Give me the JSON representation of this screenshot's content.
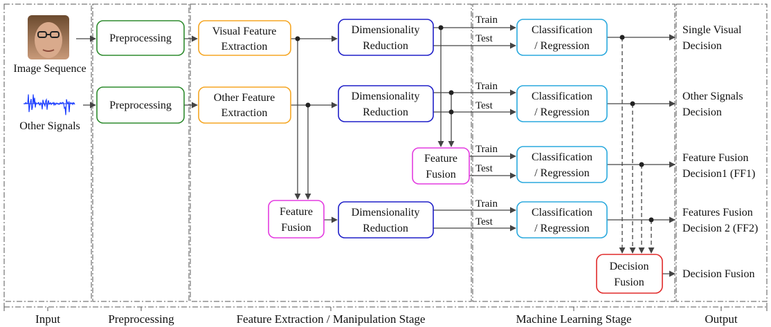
{
  "colors": {
    "green": "#2e8b2e",
    "orange": "#f5a623",
    "blue": "#1f1fc8",
    "cyan": "#2aa9dd",
    "magenta": "#e33be0",
    "red": "#e02a2a",
    "signal": "#1a3cff"
  },
  "inputs": {
    "image_label": "Image Sequence",
    "signals_label": "Other Signals",
    "face_icon": "face-photo-icon",
    "waveform_icon": "audio-waveform-icon"
  },
  "nodes": {
    "pre1": "Preprocessing",
    "pre2": "Preprocessing",
    "vfe": [
      "Visual Feature",
      "Extraction"
    ],
    "ofe": [
      "Other Feature",
      "Extraction"
    ],
    "dr1": [
      "Dimensionality",
      "Reduction"
    ],
    "dr2": [
      "Dimensionality",
      "Reduction"
    ],
    "ff_mid": [
      "Feature",
      "Fusion"
    ],
    "ff_low": [
      "Feature",
      "Fusion"
    ],
    "dr3": [
      "Dimensionality",
      "Reduction"
    ],
    "cr1": [
      "Classification",
      "/ Regression"
    ],
    "cr2": [
      "Classification",
      "/ Regression"
    ],
    "cr3": [
      "Classification",
      "/ Regression"
    ],
    "cr4": [
      "Classification",
      "/ Regression"
    ],
    "df": [
      "Decision",
      "Fusion"
    ]
  },
  "edge_labels": {
    "train": "Train",
    "test": "Test"
  },
  "outputs": {
    "o1": [
      "Single Visual",
      "Decision"
    ],
    "o2": [
      "Other Signals",
      "Decision"
    ],
    "o3": [
      "Feature Fusion",
      "Decision1 (FF1)"
    ],
    "o4": [
      "Features Fusion",
      "Decision 2 (FF2)"
    ],
    "o5": "Decision Fusion"
  },
  "stages": {
    "input": "Input",
    "preprocessing": "Preprocessing",
    "feature": "Feature Extraction / Manipulation Stage",
    "ml": "Machine Learning Stage",
    "output": "Output"
  }
}
